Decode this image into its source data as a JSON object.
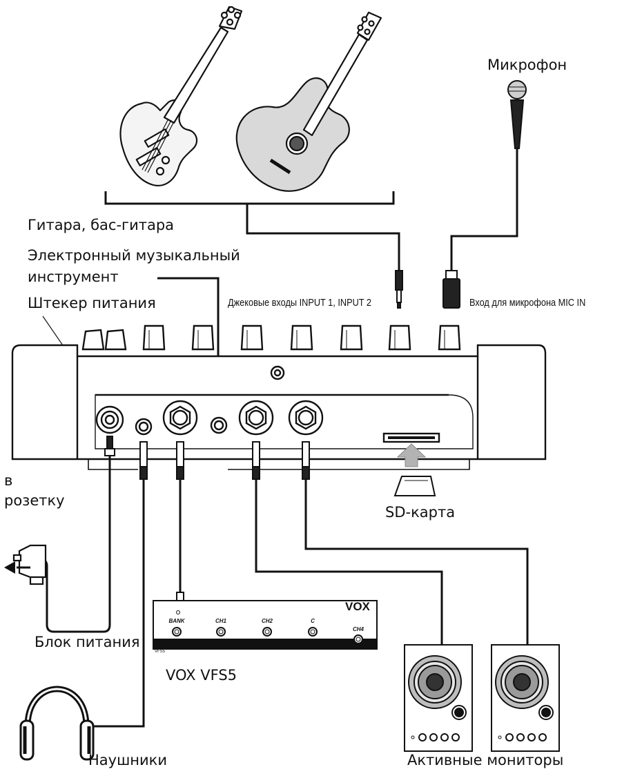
{
  "labels": {
    "microphone": "Микрофон",
    "guitar_bass": "Гитара, бас-гитара",
    "electronic_line1": "Электронный музыкальный",
    "electronic_line2": "инструмент",
    "power_plug": "Штекер питания",
    "input_jacks": "Джековые входы INPUT 1, INPUT 2",
    "mic_in": "Вход для микрофона MIC IN",
    "to_outlet_line1": "в",
    "to_outlet_line2": "розетку",
    "sd_card": "SD-карта",
    "power_adapter": "Блок питания",
    "footswitch_name": "VOX VFS5",
    "headphones": "Наушники",
    "active_monitors": "Активные мониторы"
  },
  "footswitch": {
    "brand": "VOX",
    "model_tag": "VFS5",
    "buttons": [
      "BANK",
      "CH1",
      "CH2",
      "C",
      "CH4"
    ]
  },
  "colors": {
    "line": "#111111",
    "guitar_body": "#d9d9d9",
    "bass_body": "#f4f4f4",
    "sd_arrow": "#b3b3b3",
    "speaker_cone": "#9a9a9a"
  }
}
